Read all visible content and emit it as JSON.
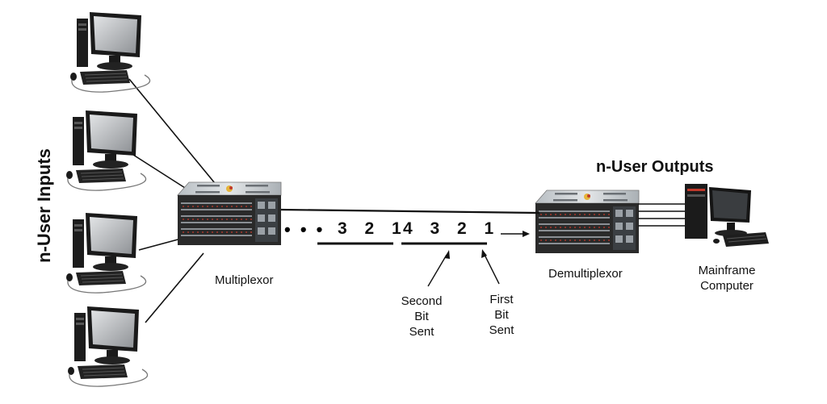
{
  "labels": {
    "inputs": "n-User Inputs",
    "outputs": "n-User Outputs",
    "multiplexor": "Multiplexor",
    "demultiplexor": "Demultiplexor",
    "mainframe_line1": "Mainframe",
    "mainframe_line2": "Computer",
    "second_line1": "Second",
    "second_line2": "Bit",
    "second_line3": "Sent",
    "first_line1": "First",
    "first_line2": "Bit",
    "first_line3": "Sent"
  },
  "bit_stream": {
    "ellipsis": "• • •",
    "group_a": "3 2 1",
    "group_b": "4 3 2 1"
  },
  "colors": {
    "line": "#111111",
    "device_body": "#2a2a2a",
    "device_top": "#cfd3d6",
    "monitor_screen": "#b9bcbf",
    "accent_red": "#c0392b"
  }
}
